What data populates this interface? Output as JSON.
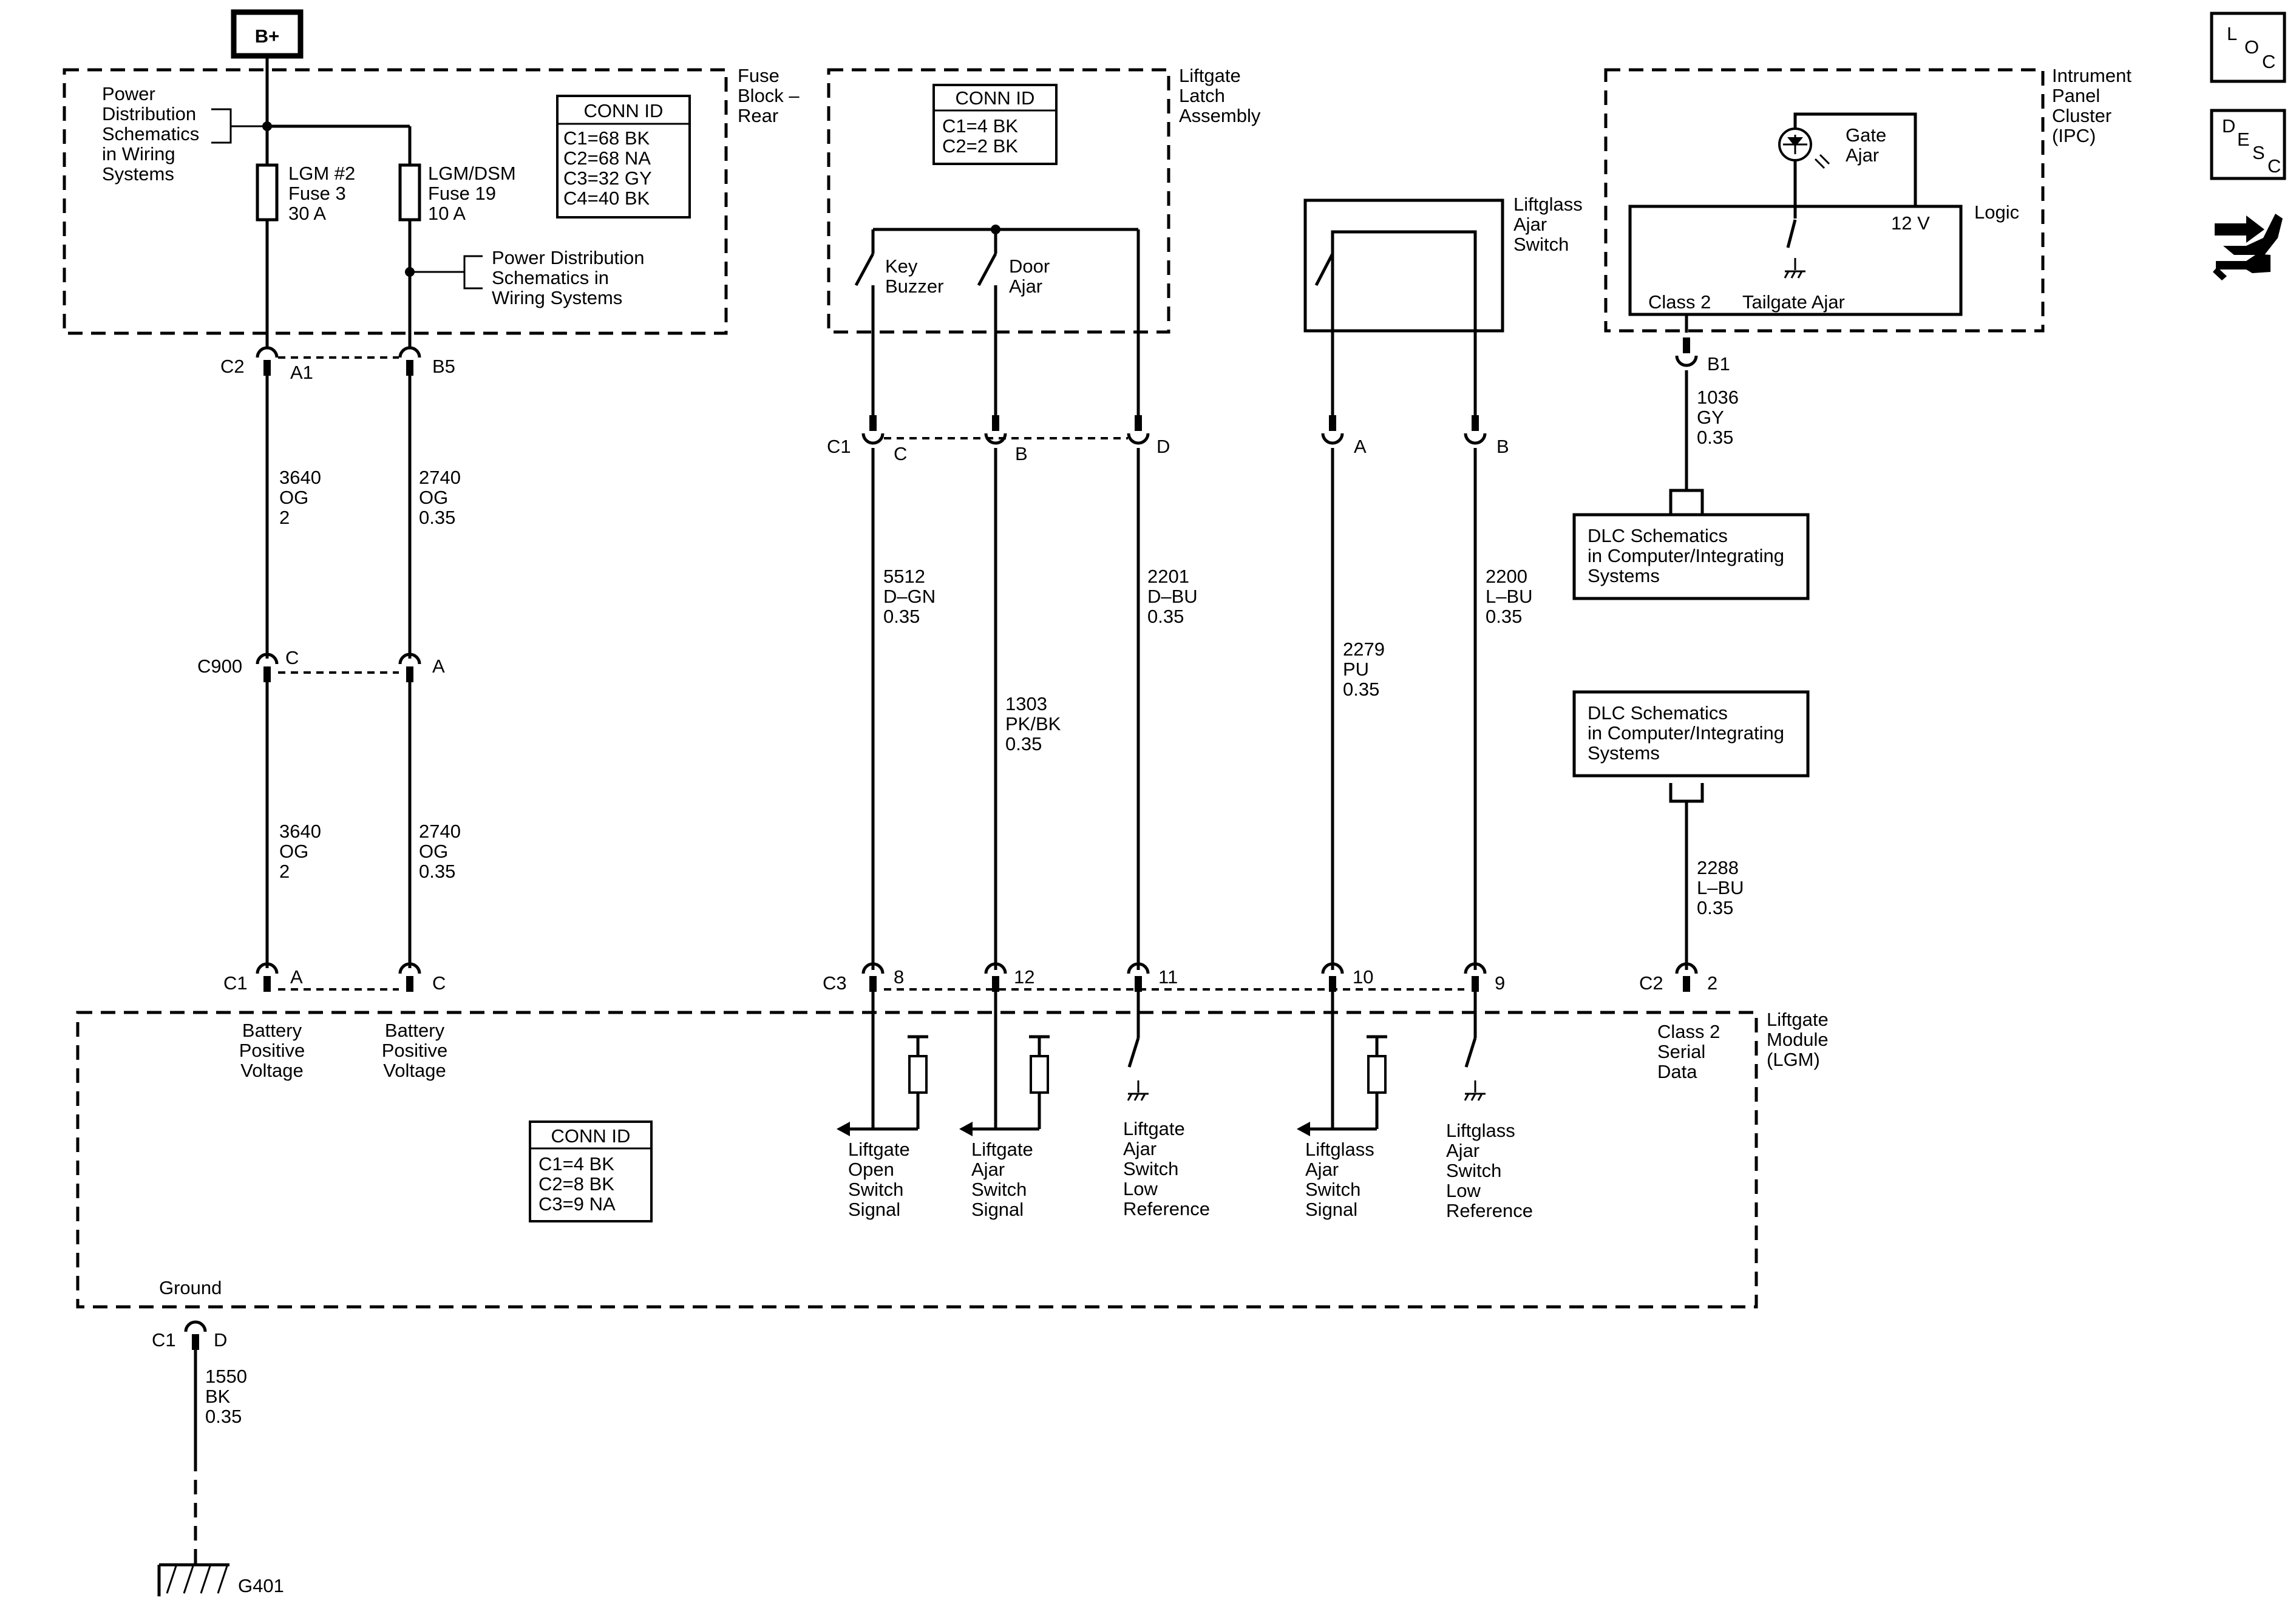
{
  "top": {
    "bplus": "B+"
  },
  "fuse_block": {
    "name": [
      "Fuse",
      "Block –",
      "Rear"
    ],
    "pd_note_top": [
      "Power",
      "Distribution",
      "Schematics",
      "in Wiring",
      "Systems"
    ],
    "fuse1": [
      "LGM #2",
      "Fuse 3",
      "30 A"
    ],
    "fuse2": [
      "LGM/DSM",
      "Fuse 19",
      "10 A"
    ],
    "pd_note_side": [
      "Power Distribution",
      "Schematics in",
      "Wiring Systems"
    ],
    "conn_title": "CONN ID",
    "conn_lines": [
      "C1=68 BK",
      "C2=68 NA",
      "C3=32 GY",
      "C4=40 BK"
    ]
  },
  "latch": {
    "name": [
      "Liftgate",
      "Latch",
      "Assembly"
    ],
    "conn_title": "CONN ID",
    "conn_lines": [
      "C1=4 BK",
      "C2=2 BK"
    ],
    "sw1": [
      "Key",
      "Buzzer"
    ],
    "sw2": [
      "Door",
      "Ajar"
    ]
  },
  "liftglass_switch": {
    "name": [
      "Liftglass",
      "Ajar",
      "Switch"
    ]
  },
  "ipc": {
    "name": [
      "Intrument",
      "Panel",
      "Cluster",
      "(IPC)"
    ],
    "lamp": [
      "Gate",
      "Ajar"
    ],
    "logic": "Logic",
    "v12": "12 V",
    "class2": "Class 2",
    "tailgate": "Tailgate Ajar"
  },
  "dlc1": [
    "DLC Schematics",
    "in Computer/Integrating",
    "Systems"
  ],
  "dlc2": [
    "DLC Schematics",
    "in Computer/Integrating",
    "Systems"
  ],
  "connectors": {
    "c2": "C2",
    "a1": "A1",
    "b5": "B5",
    "c900": "C900",
    "c900_c": "C",
    "c900_a": "A",
    "lgm_c1": "C1",
    "lgm_c1_a": "A",
    "lgm_c1_c": "C",
    "latch_c1": "C1",
    "latch_c": "C",
    "latch_b": "B",
    "latch_d": "D",
    "glass_a": "A",
    "glass_b": "B",
    "ipc_b1": "B1",
    "lgm_c3": "C3",
    "p8": "8",
    "p12": "12",
    "p11": "11",
    "p10": "10",
    "p9": "9",
    "lgm_c2": "C2",
    "p2": "2",
    "gnd_c1": "C1",
    "gnd_d": "D"
  },
  "wires": {
    "w3640a": [
      "3640",
      "OG",
      "2"
    ],
    "w2740a": [
      "2740",
      "OG",
      "0.35"
    ],
    "w3640b": [
      "3640",
      "OG",
      "2"
    ],
    "w2740b": [
      "2740",
      "OG",
      "0.35"
    ],
    "w5512": [
      "5512",
      "D–GN",
      "0.35"
    ],
    "w1303": [
      "1303",
      "PK/BK",
      "0.35"
    ],
    "w2201": [
      "2201",
      "D–BU",
      "0.35"
    ],
    "w2279": [
      "2279",
      "PU",
      "0.35"
    ],
    "w2200": [
      "2200",
      "L–BU",
      "0.35"
    ],
    "w1036": [
      "1036",
      "GY",
      "0.35"
    ],
    "w2288": [
      "2288",
      "L–BU",
      "0.35"
    ],
    "w1550": [
      "1550",
      "BK",
      "0.35"
    ]
  },
  "lgm": {
    "name": [
      "Liftgate",
      "Module",
      "(LGM)"
    ],
    "bat1": [
      "Battery",
      "Positive",
      "Voltage"
    ],
    "bat2": [
      "Battery",
      "Positive",
      "Voltage"
    ],
    "sig1": [
      "Liftgate",
      "Open",
      "Switch",
      "Signal"
    ],
    "sig2": [
      "Liftgate",
      "Ajar",
      "Switch",
      "Signal"
    ],
    "sig3": [
      "Liftgate",
      "Ajar",
      "Switch",
      "Low",
      "Reference"
    ],
    "sig4": [
      "Liftglass",
      "Ajar",
      "Switch",
      "Signal"
    ],
    "sig5": [
      "Liftglass",
      "Ajar",
      "Switch",
      "Low",
      "Reference"
    ],
    "serial": [
      "Class 2",
      "Serial",
      "Data"
    ],
    "conn_title": "CONN ID",
    "conn_lines": [
      "C1=4 BK",
      "C2=8 BK",
      "C3=9 NA"
    ],
    "ground": "Ground"
  },
  "ground": {
    "g401": "G401"
  },
  "icons": {
    "loc": [
      "L",
      "O",
      "C"
    ],
    "desc": [
      "D",
      "E",
      "S",
      "C"
    ],
    "tool": "connector-tool-icon"
  }
}
